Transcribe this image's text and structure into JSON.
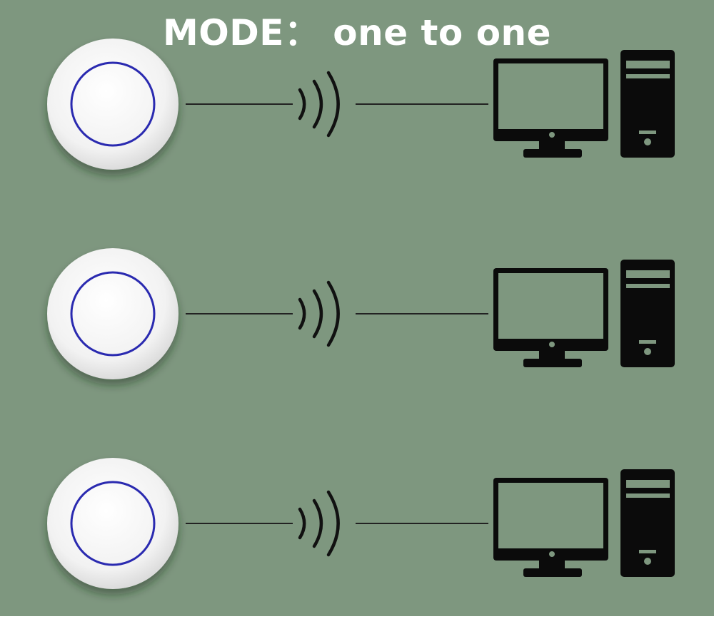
{
  "title": "MODE： one to one",
  "mode": "one to one",
  "colors": {
    "background": "#7e977f",
    "button_face": "#f4f4f4",
    "button_ring": "#2a2ab0",
    "link_line": "#222222",
    "signal": "#111111",
    "computer": "#0b0b0b"
  },
  "pairs": [
    {
      "button": "wireless-button",
      "signal": "wifi-signal-icon",
      "receiver": "desktop-computer-icon"
    },
    {
      "button": "wireless-button",
      "signal": "wifi-signal-icon",
      "receiver": "desktop-computer-icon"
    },
    {
      "button": "wireless-button",
      "signal": "wifi-signal-icon",
      "receiver": "desktop-computer-icon"
    }
  ]
}
